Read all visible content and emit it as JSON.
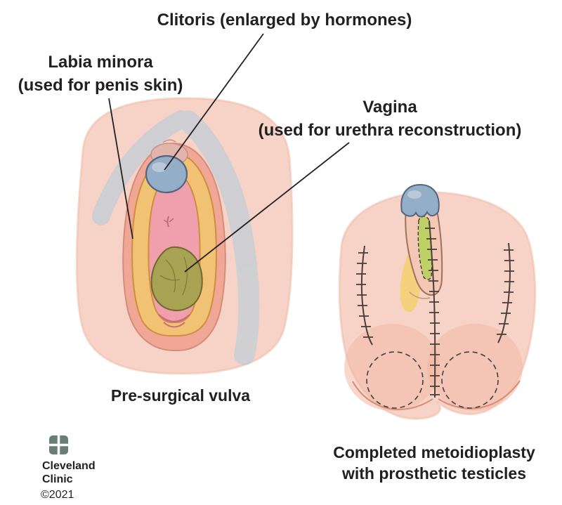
{
  "figure": {
    "left_caption": "Pre-surgical vulva",
    "right_caption_line1": "Completed metoidioplasty",
    "right_caption_line2": "with prosthetic testicles"
  },
  "labels": {
    "clitoris": "Clitoris (enlarged by hormones)",
    "labia_minora_line1": "Labia minora",
    "labia_minora_line2": "(used for penis skin)",
    "vagina_line1": "Vagina",
    "vagina_line2": "(used for urethra reconstruction)"
  },
  "logo": {
    "name_line1": "Cleveland",
    "name_line2": "Clinic",
    "copyright": "©2021"
  },
  "colors": {
    "background": "#ffffff",
    "text": "#231f20",
    "skin": "#f7d3c7",
    "skin_shadow": "#f2b8a4",
    "fold_blue": "#a9cbdd",
    "labia_majora_pink": "#f1a795",
    "labia_minora_yellow": "#f2c274",
    "vestibule_pink": "#f0a0ac",
    "glans_blue": "#93aec6",
    "vagina_green": "#a7a352",
    "urethra_green": "#bed066",
    "graft_yellow": "#f3d06e",
    "suture": "#4a3f38",
    "logo_green": "#5e7468",
    "copyright_gray": "#8a8a8a"
  }
}
